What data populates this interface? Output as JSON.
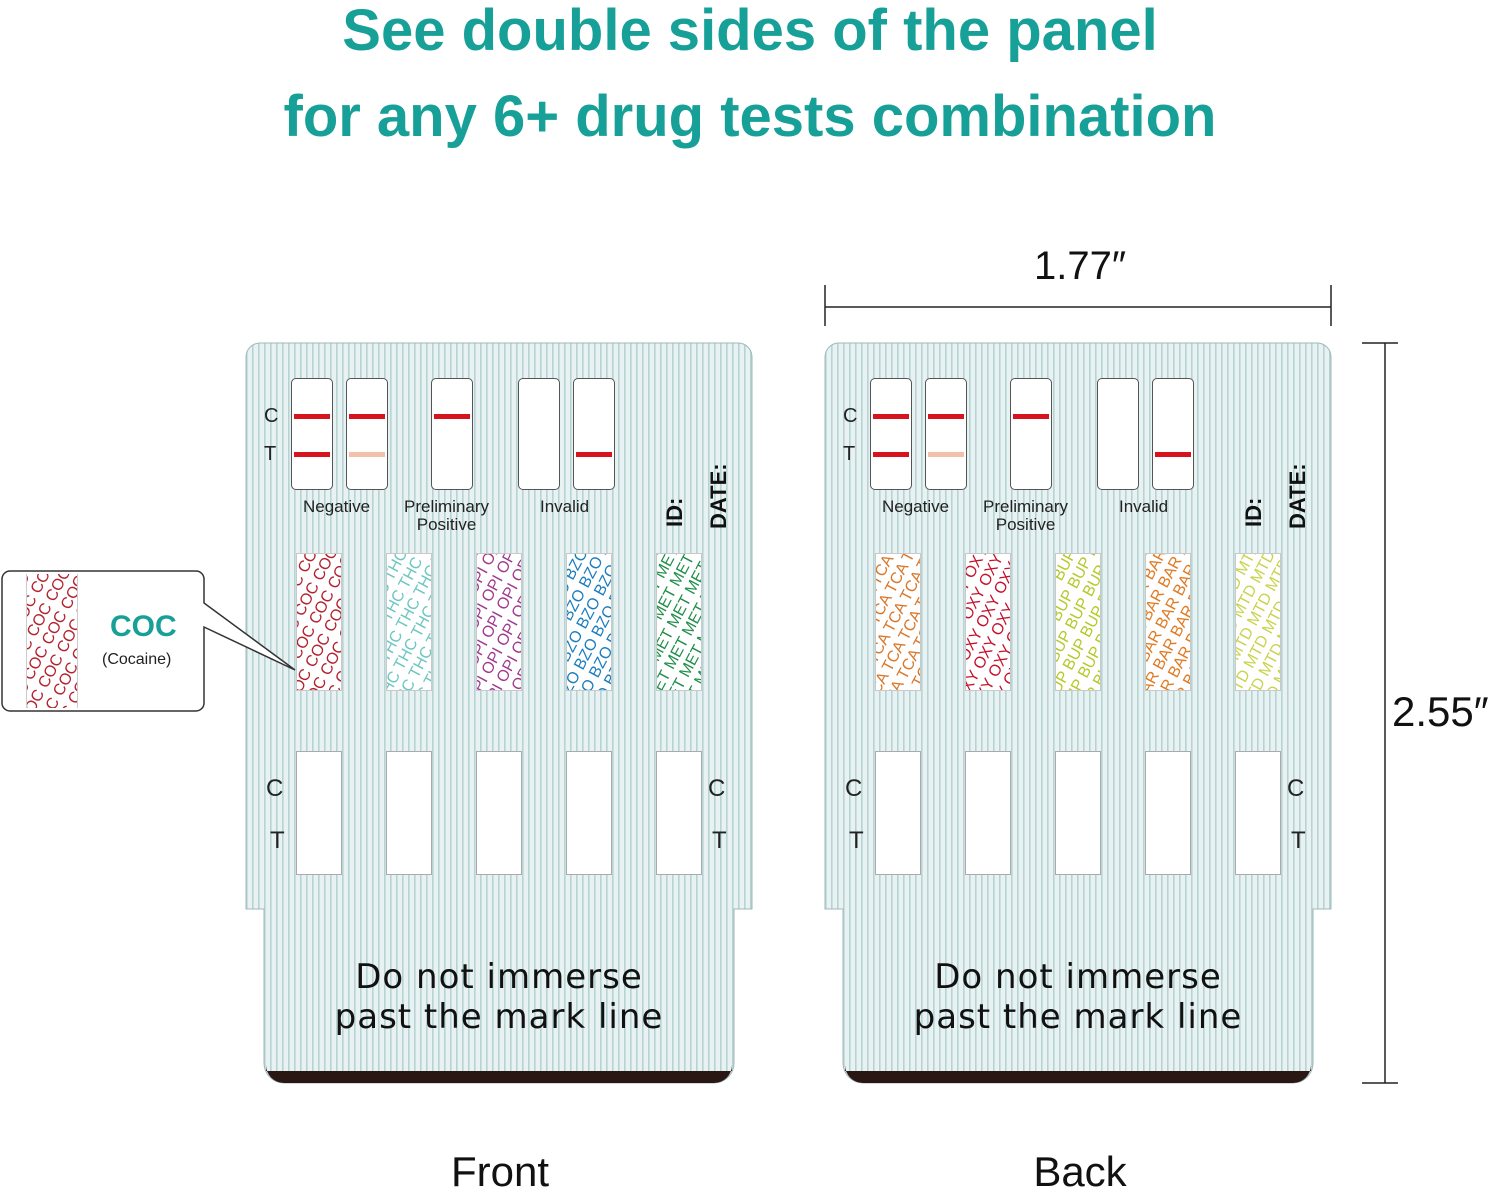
{
  "headline": {
    "line1": "See double sides of the panel",
    "line2": "for any 6+ drug tests combination"
  },
  "colors": {
    "headline": "#17a097",
    "panel_fill": "#e8f2f2",
    "panel_stripe": "#b7d3d4",
    "red_line": "#d7141e",
    "faint_line": "#f2c1ab",
    "dip_band": "#2a1612"
  },
  "dimensions": {
    "width": "1.77″",
    "height": "2.55″"
  },
  "panel_labels": {
    "c": "C",
    "t": "T",
    "negative": "Negative",
    "preliminary_positive_1": "Preliminary",
    "preliminary_positive_2": "Positive",
    "invalid": "Invalid",
    "id": "ID:",
    "date": "DATE:",
    "warning_1": "Do not immerse",
    "warning_2": "past the mark line"
  },
  "front": {
    "caption": "Front",
    "strips": [
      {
        "code": "COC",
        "color": "#b3232f"
      },
      {
        "code": "THC",
        "color": "#6cc7c2"
      },
      {
        "code": "OPI",
        "color": "#a1398e"
      },
      {
        "code": "BZO",
        "color": "#1b7dbf"
      },
      {
        "code": "MET",
        "color": "#1f8f4a"
      }
    ]
  },
  "back": {
    "caption": "Back",
    "strips": [
      {
        "code": "TCA",
        "color": "#d9772a"
      },
      {
        "code": "OXY",
        "color": "#c5122a"
      },
      {
        "code": "BUP",
        "color": "#b5c92a"
      },
      {
        "code": "BAR",
        "color": "#e07a22"
      },
      {
        "code": "MTD",
        "color": "#c9d34a"
      }
    ]
  },
  "callout": {
    "code": "COC",
    "name": "(Cocaine)"
  }
}
